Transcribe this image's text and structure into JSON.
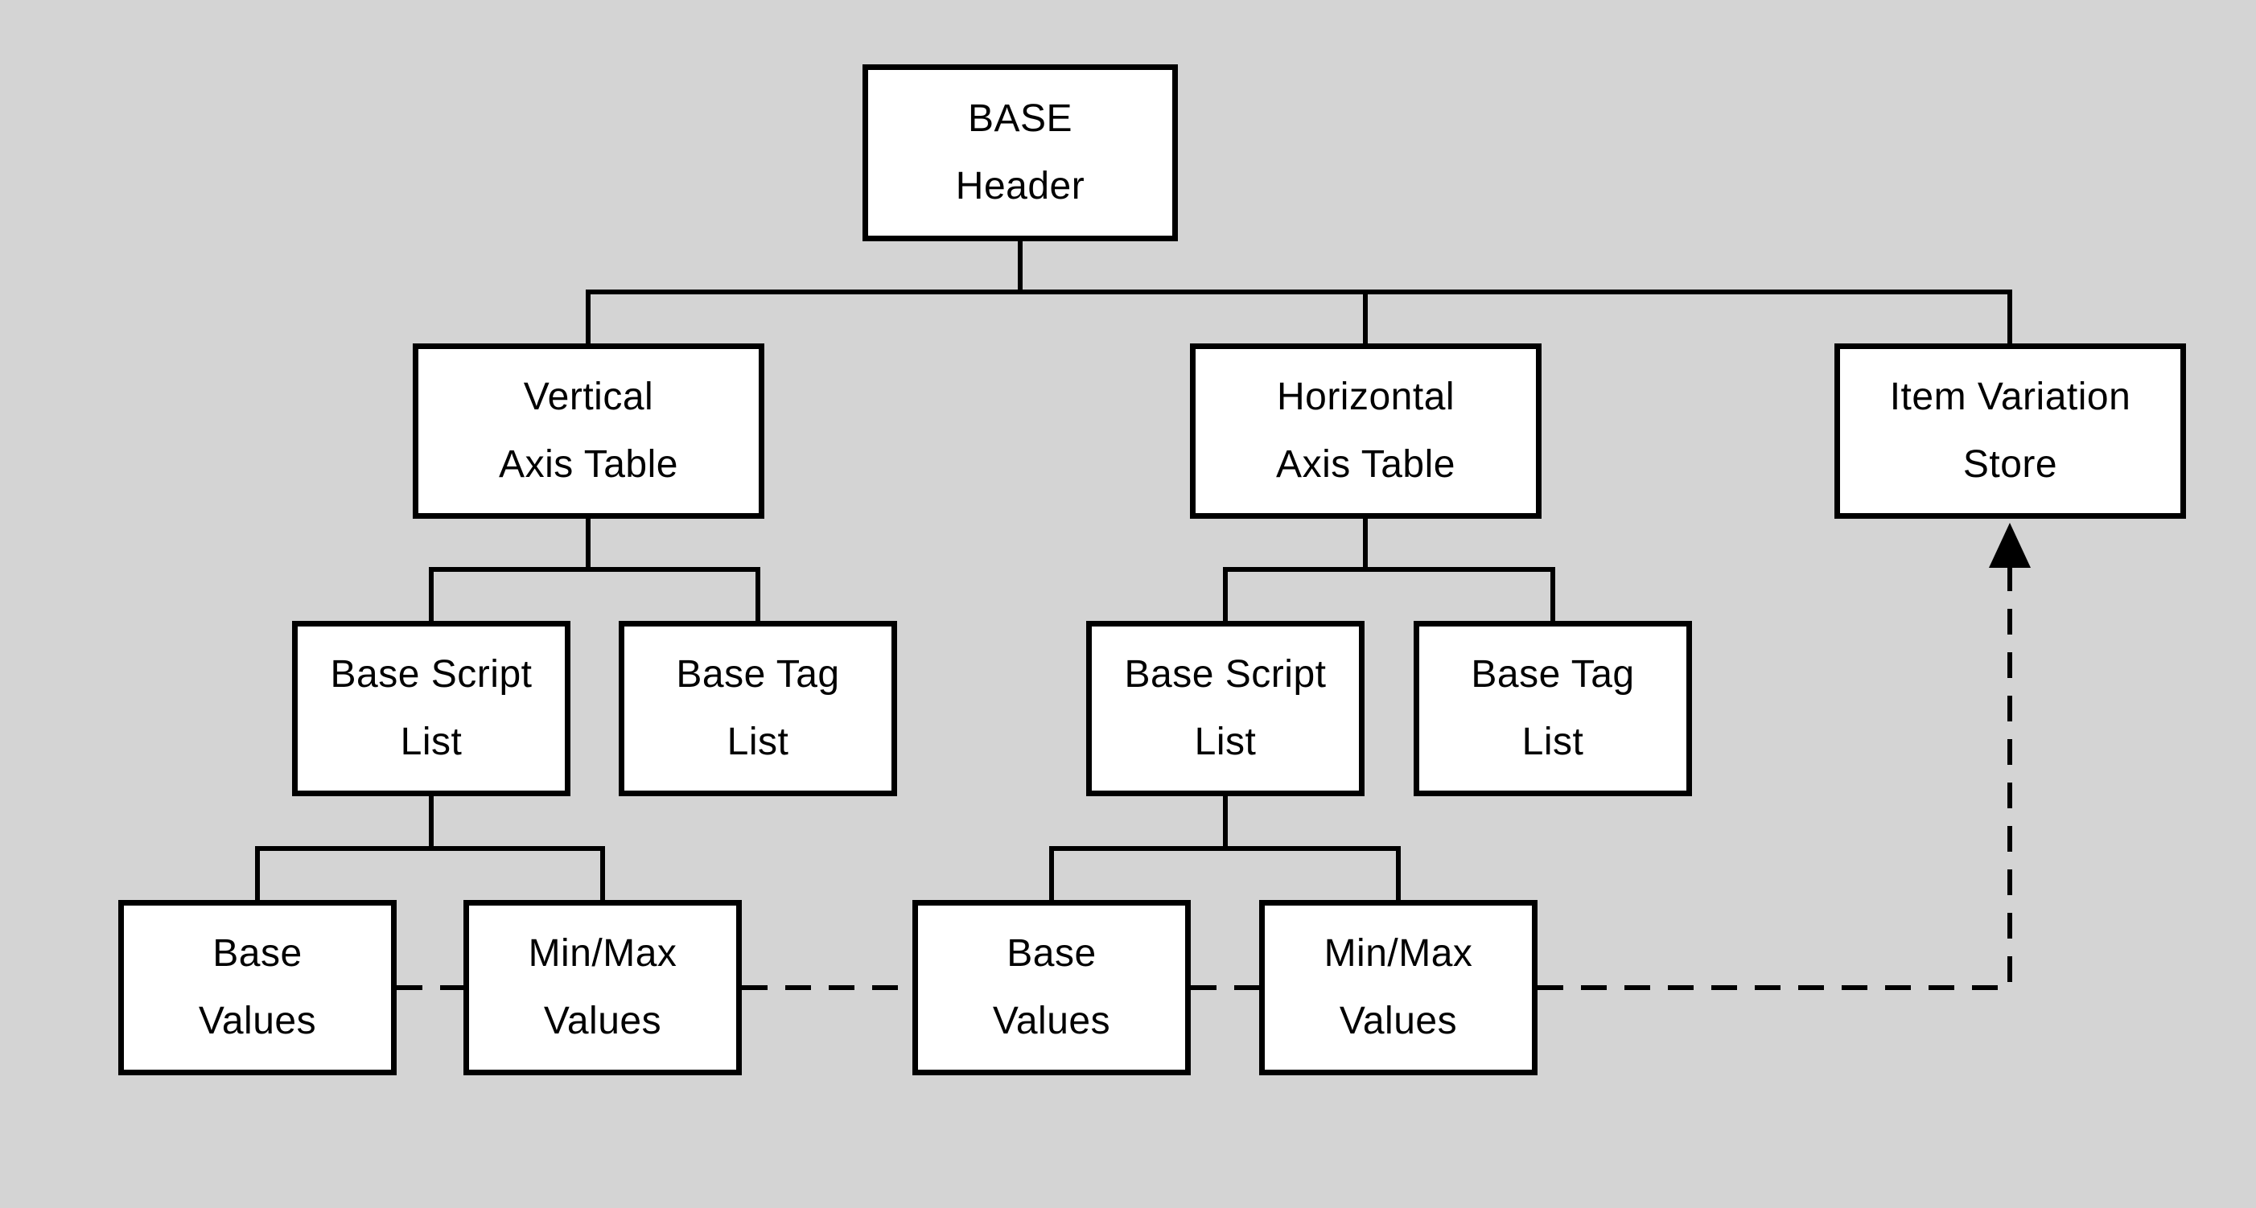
{
  "colors": {
    "background": "#d4d4d4",
    "node_fill": "#ffffff",
    "node_border": "#000000",
    "text": "#000000",
    "connector": "#000000"
  },
  "nodes": {
    "base_header": "BASE\nHeader",
    "vertical_axis_table": "Vertical\nAxis Table",
    "horizontal_axis_table": "Horizontal\nAxis Table",
    "item_variation_store": "Item Variation\nStore",
    "vertical_base_script_list": "Base Script\nList",
    "vertical_base_tag_list": "Base Tag\nList",
    "horizontal_base_script_list": "Base Script\nList",
    "horizontal_base_tag_list": "Base Tag\nList",
    "vertical_base_values": "Base\nValues",
    "vertical_minmax_values": "Min/Max\nValues",
    "horizontal_base_values": "Base\nValues",
    "horizontal_minmax_values": "Min/Max\nValues"
  },
  "edges": {
    "solid_tree": [
      [
        "BASE Header",
        "Vertical Axis Table"
      ],
      [
        "BASE Header",
        "Horizontal Axis Table"
      ],
      [
        "BASE Header",
        "Item Variation Store"
      ],
      [
        "Vertical Axis Table",
        "Base Script List"
      ],
      [
        "Vertical Axis Table",
        "Base Tag List"
      ],
      [
        "Horizontal Axis Table",
        "Base Script List"
      ],
      [
        "Horizontal Axis Table",
        "Base Tag List"
      ],
      [
        "Vertical Base Script List",
        "Base Values"
      ],
      [
        "Vertical Base Script List",
        "Min/Max Values"
      ],
      [
        "Horizontal Base Script List",
        "Base Values"
      ],
      [
        "Horizontal Base Script List",
        "Min/Max Values"
      ]
    ],
    "dashed_references": [
      [
        "Base Values (vertical)",
        "Min/Max Values (vertical)"
      ],
      [
        "Min/Max Values (vertical)",
        "Base Values (horizontal)"
      ],
      [
        "Base Values (horizontal)",
        "Min/Max Values (horizontal)"
      ],
      [
        "Min/Max Values (horizontal)",
        "Item Variation Store"
      ]
    ]
  }
}
